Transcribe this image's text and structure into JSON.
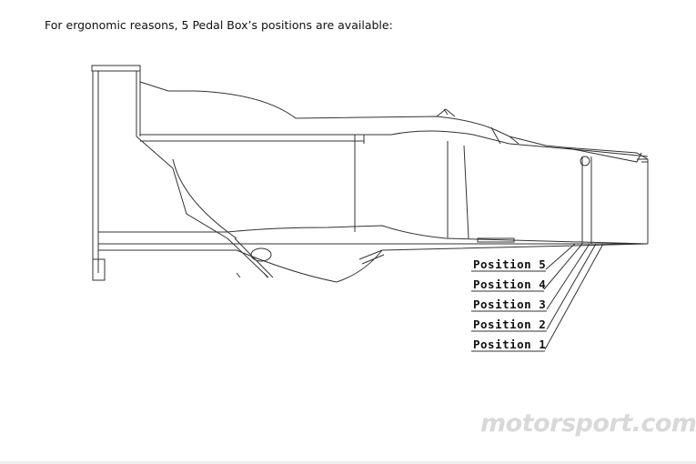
{
  "caption": "For ergonomic reasons, 5 Pedal Box’s positions are available:",
  "positions": [
    "Position 5",
    "Position 4",
    "Position 3",
    "Position 2",
    "Position 1"
  ],
  "watermark": "motorsport.com",
  "colors": {
    "line": "#333333",
    "text": "#111111",
    "watermark": "#d9d9d9"
  }
}
